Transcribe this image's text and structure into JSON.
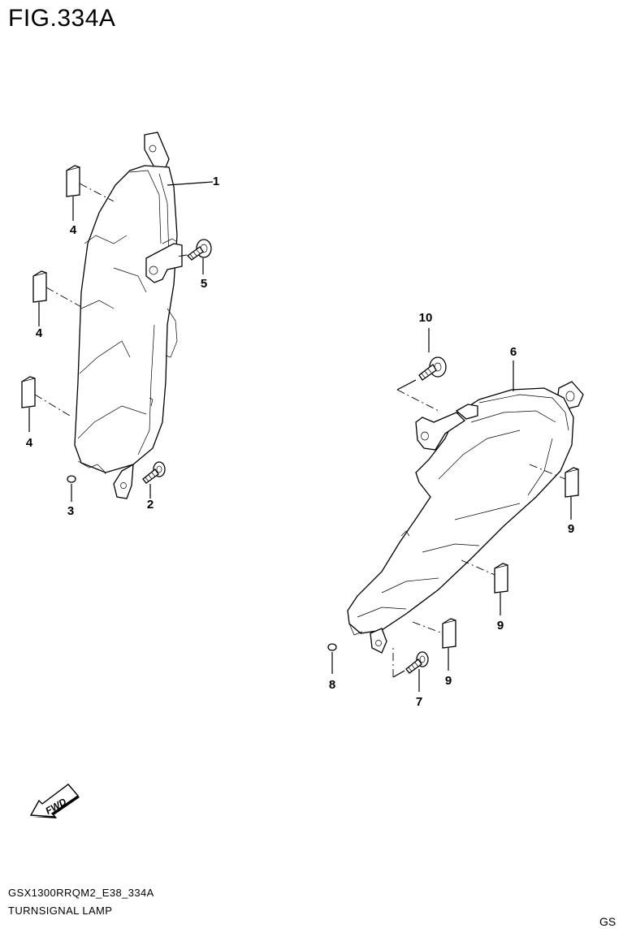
{
  "figure": {
    "title": "FIG.334A"
  },
  "callouts": {
    "c1": "1",
    "c2": "2",
    "c3": "3",
    "c4a": "4",
    "c4b": "4",
    "c4c": "4",
    "c5": "5",
    "c6": "6",
    "c7": "7",
    "c8": "8",
    "c9a": "9",
    "c9b": "9",
    "c9c": "9",
    "c10": "10"
  },
  "direction_badge": {
    "label": "FWD"
  },
  "footer": {
    "code": "GSX1300RRQM2_E38_334A",
    "name": "TURNSIGNAL LAMP",
    "region": "GS"
  }
}
